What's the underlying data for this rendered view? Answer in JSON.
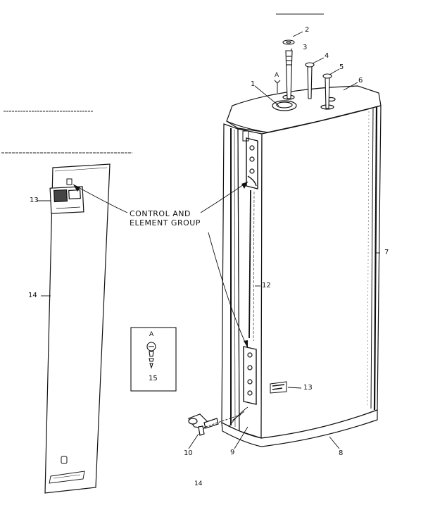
{
  "callouts": {
    "c1": "1",
    "c2": "2",
    "c3": "3",
    "c4": "4",
    "c5": "5",
    "c6": "6",
    "c7": "7",
    "c8": "8",
    "c9": "9",
    "c10": "10",
    "c12": "12",
    "c13_panel": "13",
    "c13_tank": "13",
    "c14": "14",
    "fitting_letter": "A"
  },
  "group_label": {
    "line1": "CONTROL AND",
    "line2": "ELEMENT GROUP"
  },
  "screw_kit": {
    "letter": "A",
    "number": "15"
  },
  "page_number": "14"
}
